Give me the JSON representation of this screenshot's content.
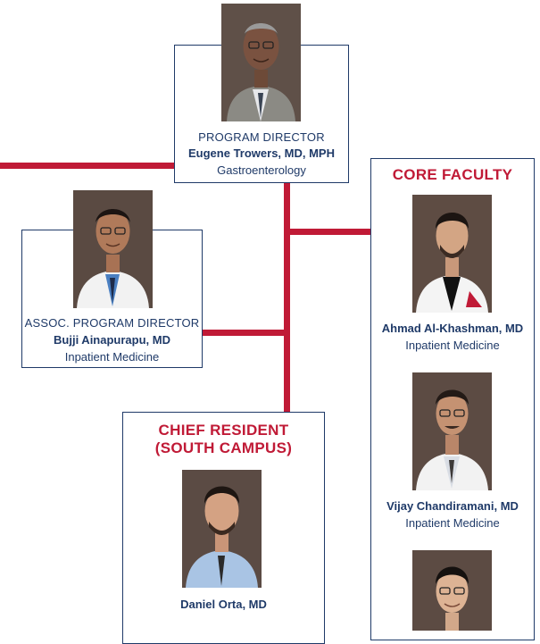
{
  "colors": {
    "accent": "#c01a36",
    "navy": "#1f3a68"
  },
  "program_director": {
    "role": "PROGRAM DIRECTOR",
    "name": "Eugene Trowers, MD, MPH",
    "department": "Gastroenterology",
    "photo": "portrait-photo"
  },
  "assoc_program_director": {
    "role": "ASSOC. PROGRAM DIRECTOR",
    "name": "Bujji Ainapurapu, MD",
    "department": "Inpatient Medicine",
    "photo": "portrait-photo"
  },
  "core_faculty": {
    "heading": "CORE FACULTY",
    "members": [
      {
        "name": "Ahmad Al-Khashman, MD",
        "department": "Inpatient Medicine"
      },
      {
        "name": "Vijay Chandiramani, MD",
        "department": "Inpatient Medicine"
      },
      {
        "name": "",
        "department": ""
      }
    ]
  },
  "chief_resident": {
    "heading_line1": "CHIEF RESIDENT",
    "heading_line2": "(SOUTH CAMPUS)",
    "name": "Daniel Orta, MD"
  }
}
